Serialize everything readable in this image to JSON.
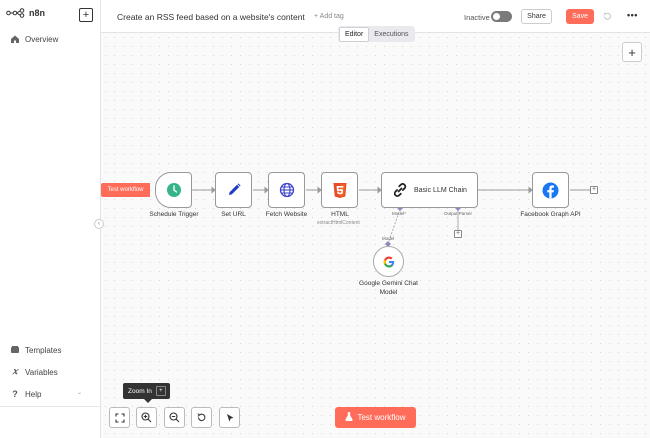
{
  "app": {
    "brand": "n8n"
  },
  "sidebar": {
    "top_items": [
      {
        "label": "Overview",
        "icon": "home-icon"
      }
    ],
    "bottom_items": [
      {
        "label": "Templates",
        "icon": "templates-icon"
      },
      {
        "label": "Variables",
        "icon": "variables-icon"
      },
      {
        "label": "Help",
        "icon": "help-icon"
      }
    ]
  },
  "header": {
    "title": "Create an RSS feed based on a website's content",
    "add_tag": "+ Add tag",
    "status_label": "Inactive",
    "share_label": "Share",
    "save_label": "Save"
  },
  "tabs": [
    {
      "label": "Editor",
      "active": true
    },
    {
      "label": "Executions",
      "active": false
    }
  ],
  "canvas": {
    "trigger_pill": "Test workflow",
    "nodes": [
      {
        "label": "Schedule Trigger",
        "icon": "clock-icon"
      },
      {
        "label": "Set URL",
        "icon": "pencil-icon"
      },
      {
        "label": "Fetch Website",
        "icon": "globe-icon"
      },
      {
        "label": "HTML",
        "sublabel": "extractHtmlContent",
        "icon": "html5-icon"
      },
      {
        "label": "Basic LLM Chain",
        "icon": "link-icon"
      },
      {
        "label": "Facebook Graph API",
        "icon": "facebook-icon"
      }
    ],
    "model_node": {
      "label_line1": "Google Gemini Chat",
      "label_line2": "Model",
      "icon": "google-icon"
    },
    "ports": {
      "model_in": "Model*",
      "output_parser": "Output Parser",
      "model_out": "Model"
    }
  },
  "bottom": {
    "tooltip": "Zoom In",
    "tooltip_key": "+",
    "test_button": "Test workflow"
  },
  "colors": {
    "accent": "#ff6d5a",
    "clock": "#35b38a",
    "pencil": "#1e3cc8",
    "globe": "#3c43c9",
    "html5": "#e44d26",
    "facebook": "#1877f2"
  }
}
